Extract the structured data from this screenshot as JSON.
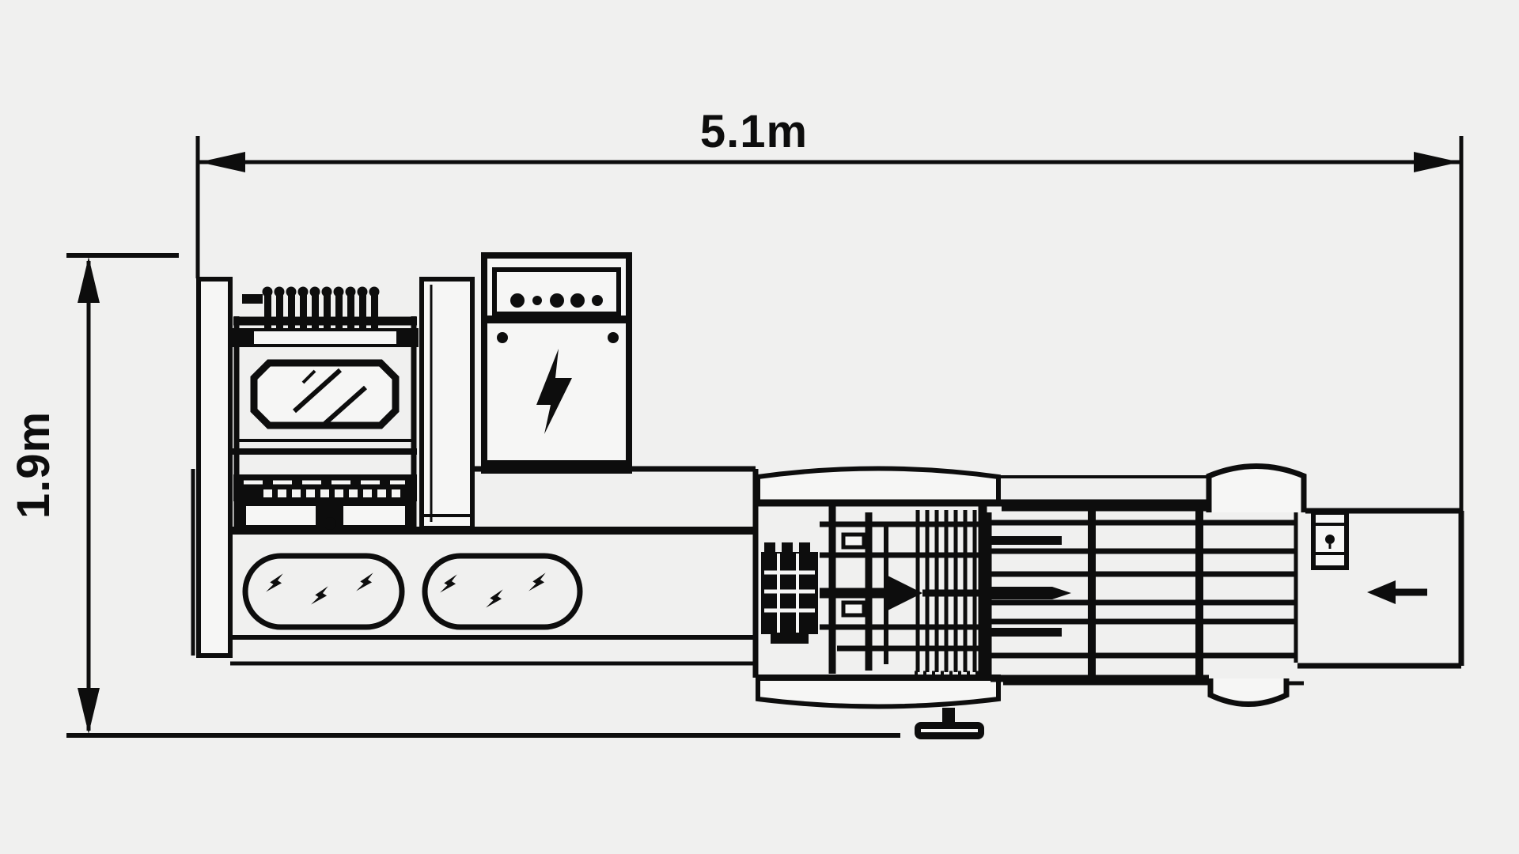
{
  "canvas": {
    "background": "#f0f0ef",
    "line_color": "#0d0d0d",
    "fill_light": "#f6f6f5"
  },
  "dimension_annotations": {
    "overall_width": {
      "label": "5.1m",
      "orientation": "horizontal"
    },
    "overall_height": {
      "label": "1.9m",
      "orientation": "vertical"
    }
  },
  "icons": {
    "lightning_bolt_large": "⚡",
    "lightning_bolt_small": "⚡",
    "flow_arrow_left": "←",
    "drive_arrow_right": "→",
    "sensor_pin": "•"
  },
  "counts": {
    "inspection_ovals": 2,
    "bolts_per_oval": 3,
    "cabinet_panel_dots": 5,
    "cabinet_corner_dots": 2,
    "comb_teeth": 10,
    "conveyor_slat_rows": 7
  }
}
